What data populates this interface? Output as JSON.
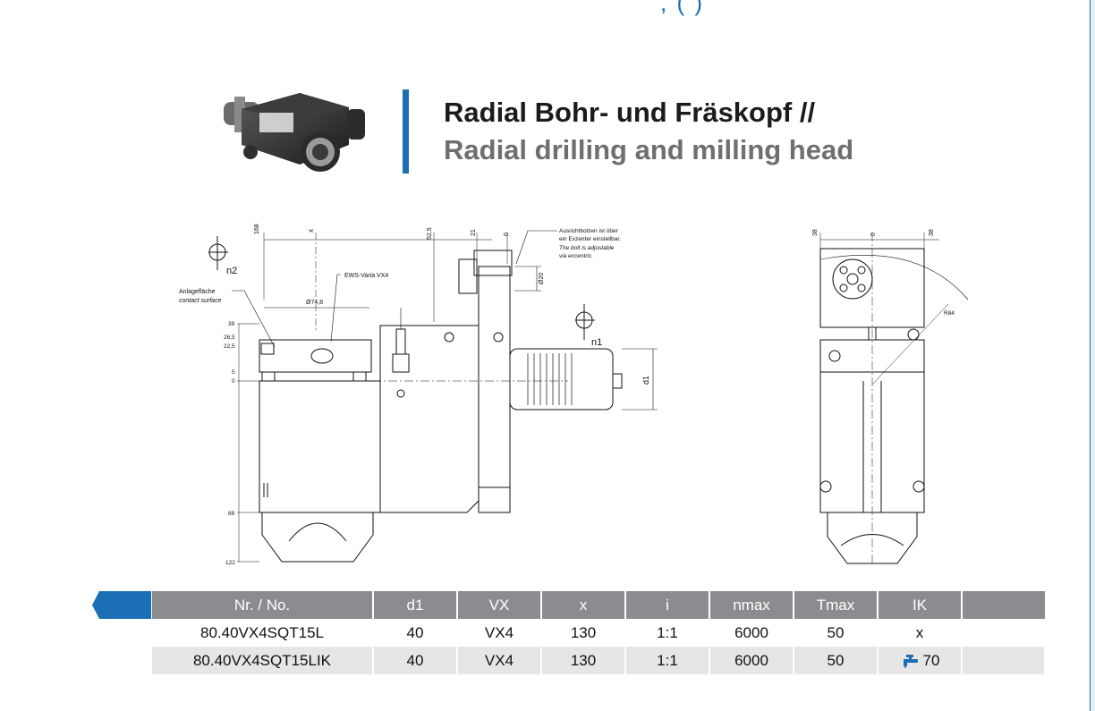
{
  "header": {
    "top_fragment": ", ( )",
    "title_de": "Radial Bohr- und Fräskopf //",
    "title_en": "Radial drilling and milling head"
  },
  "drawing": {
    "labels": {
      "n2": "n2",
      "n1": "n1",
      "anlage_de": "Anlagefläche",
      "anlage_en": "contact surface",
      "ews": "EWS-Varia VX4",
      "phi748": "Ø74,8",
      "x": "x",
      "d1": "d1",
      "phi20": "Ø20",
      "r84": "R84",
      "ausricht_de1": "Ausrichtbolzen ist über",
      "ausricht_de2": "ein Exzenter einstellbar.",
      "ausricht_en1": "The bolt is adjustable",
      "ausricht_en2": "via eccentric.",
      "dim_168": "168",
      "dim_525": "52,5",
      "dim_21": "21",
      "dim_0": "0",
      "dim_38a": "38",
      "dim_0b": "0",
      "dim_38b": "38",
      "v39": "39",
      "v265": "26,5",
      "v225": "22,5",
      "v5": "5",
      "v0": "0",
      "v89": "89",
      "v122": "122"
    }
  },
  "table": {
    "headers": [
      "Nr. / No.",
      "d1",
      "VX",
      "x",
      "i",
      "nmax",
      "Tmax",
      "IK",
      ""
    ],
    "rows": [
      [
        "80.40VX4SQT15L",
        "40",
        "VX4",
        "130",
        "1:1",
        "6000",
        "50",
        "x",
        ""
      ],
      [
        "80.40VX4SQT15LIK",
        "40",
        "VX4",
        "130",
        "1:1",
        "6000",
        "50",
        "70",
        ""
      ]
    ],
    "ik_icon": "water-tap-icon"
  },
  "colors": {
    "accent": "#1a6fb5",
    "header_gray": "#8a8c8f",
    "row_alt": "#e6e6e6",
    "title_gray": "#6d6f73"
  }
}
